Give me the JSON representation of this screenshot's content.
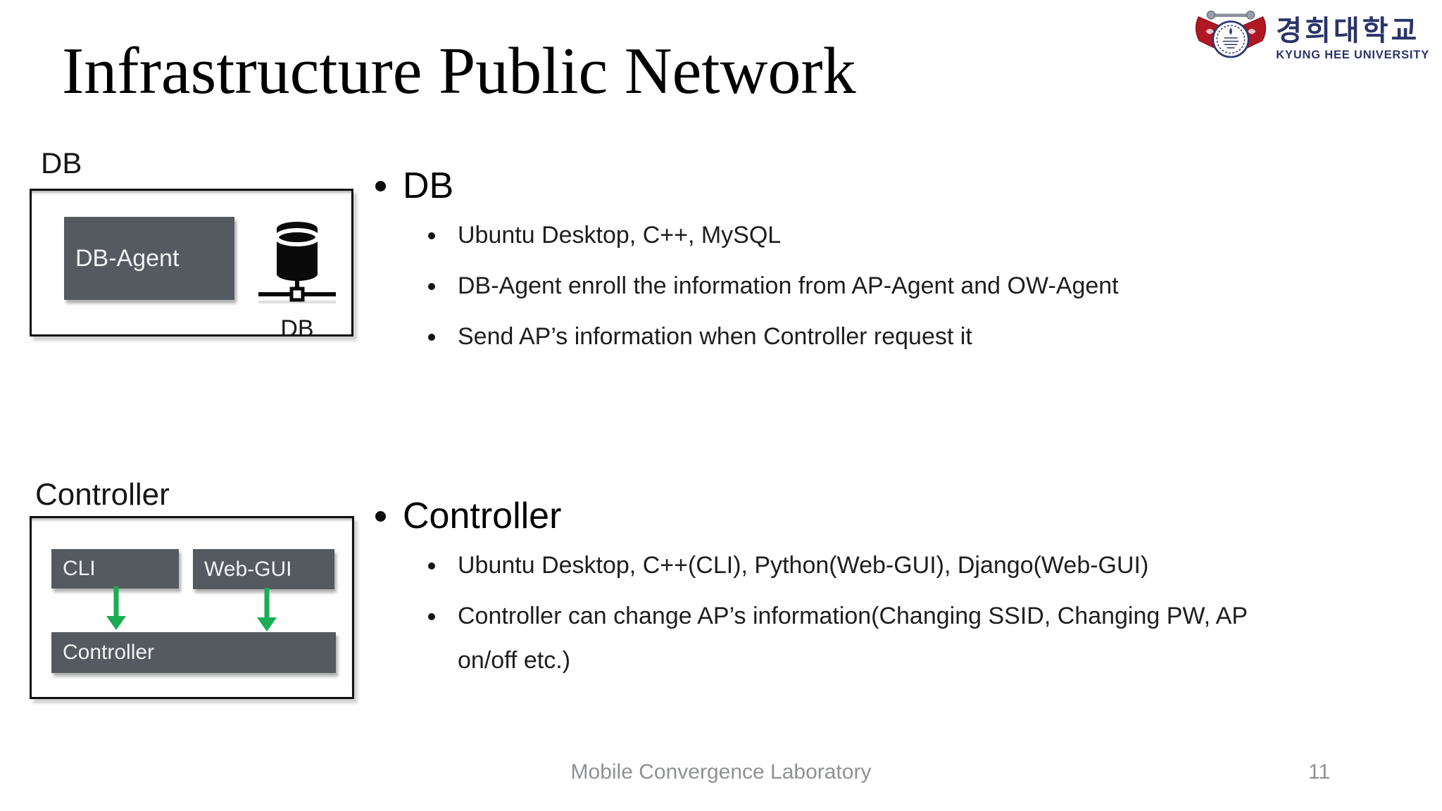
{
  "title": "Infrastructure Public Network",
  "logo": {
    "korean_name": "경희대학교",
    "english_name": "KYUNG HEE UNIVERSITY",
    "crest_icon": "university-crest-icon",
    "crest_red": "#b01824",
    "navy": "#2b3469"
  },
  "db_panel": {
    "label": "DB",
    "agent_node": "DB-Agent",
    "database_icon": "database-network-icon",
    "database_label": "DB"
  },
  "controller_panel": {
    "label": "Controller",
    "cli_node": "CLI",
    "webgui_node": "Web-GUI",
    "controller_node": "Controller",
    "arrow_icon": "arrow-down-icon"
  },
  "sections": [
    {
      "heading": "DB",
      "items": [
        "Ubuntu Desktop, C++, MySQL",
        "DB-Agent enroll the information from AP-Agent and OW-Agent",
        "Send AP’s information when Controller request it"
      ]
    },
    {
      "heading": "Controller",
      "items": [
        "Ubuntu Desktop, C++(CLI), Python(Web-GUI), Django(Web-GUI)",
        "Controller can change AP’s information(Changing SSID, Changing PW, AP on/off etc.)"
      ]
    }
  ],
  "footer": {
    "lab_name": "Mobile Convergence Laboratory",
    "page_number": "11"
  },
  "colors": {
    "node_fill": "#555a60",
    "node_text": "#f1f2f3",
    "accent_green": "#1aad52",
    "frame_border": "#101010",
    "footer_gray": "#8f9194"
  }
}
